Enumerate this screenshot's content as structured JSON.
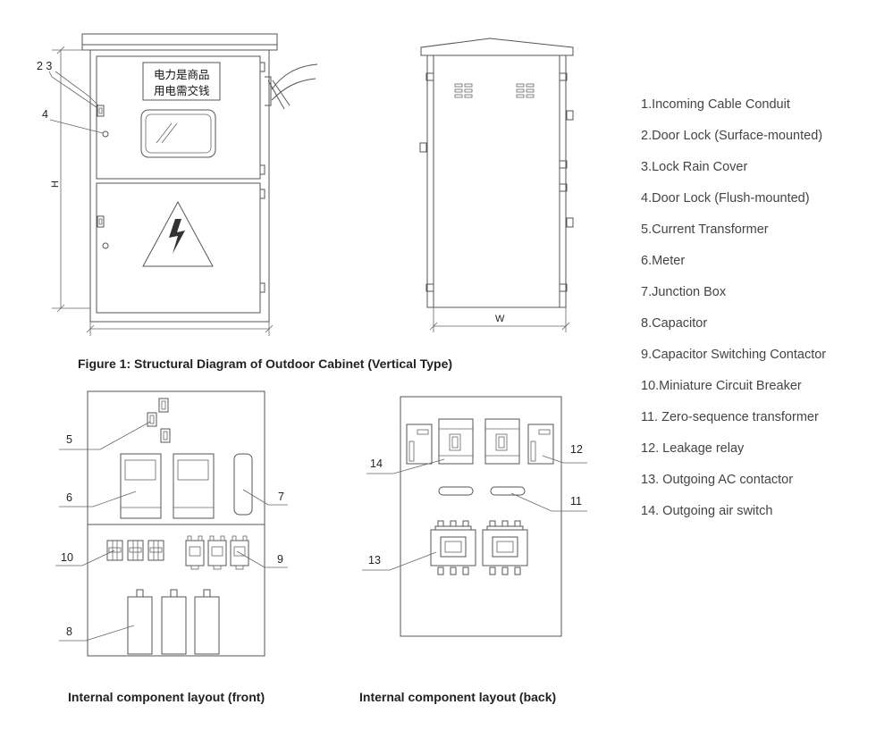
{
  "figure1_caption": "Figure 1: Structural Diagram of Outdoor Cabinet (Vertical Type)",
  "front_caption": "Internal component layout (front)",
  "back_caption": "Internal component layout (back)",
  "door_sign": {
    "line1": "电力是商品",
    "line2": "用电需交钱"
  },
  "dimensions": {
    "height": "H",
    "width": "W"
  },
  "callouts_fig1": {
    "c2_3": "2 3",
    "c4": "4"
  },
  "callouts_front": {
    "c5": "5",
    "c6": "6",
    "c7": "7",
    "c8": "8",
    "c9": "9",
    "c10": "10"
  },
  "callouts_back": {
    "c11": "11",
    "c12": "12",
    "c13": "13",
    "c14": "14"
  },
  "legend": [
    "1.Incoming Cable Conduit",
    "2.Door Lock (Surface-mounted)",
    "3.Lock Rain Cover",
    "4.Door Lock (Flush-mounted)",
    "5.Current Transformer",
    "6.Meter",
    "7.Junction Box",
    "8.Capacitor",
    "9.Capacitor Switching Contactor",
    "10.Miniature Circuit Breaker",
    "11. Zero-sequence transformer",
    "12. Leakage relay",
    "13. Outgoing AC contactor",
    "14. Outgoing air switch"
  ]
}
